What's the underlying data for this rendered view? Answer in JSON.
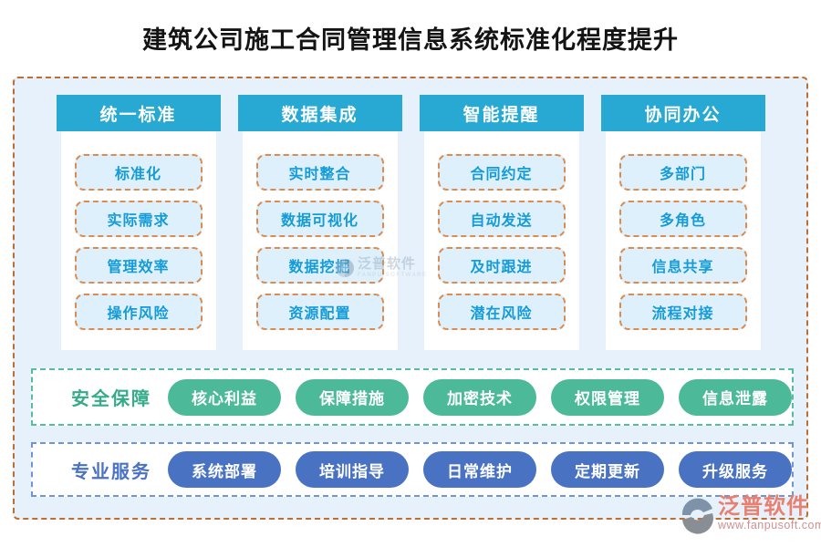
{
  "title": "建筑公司施工合同管理信息系统标准化程度提升",
  "columns": [
    {
      "header": "统一标准",
      "items": [
        "标准化",
        "实际需求",
        "管理效率",
        "操作风险"
      ]
    },
    {
      "header": "数据集成",
      "items": [
        "实时整合",
        "数据可视化",
        "数据挖掘",
        "资源配置"
      ]
    },
    {
      "header": "智能提醒",
      "items": [
        "合同约定",
        "自动发送",
        "及时跟进",
        "潜在风险"
      ]
    },
    {
      "header": "协同办公",
      "items": [
        "多部门",
        "多角色",
        "信息共享",
        "流程对接"
      ]
    }
  ],
  "rows": [
    {
      "label": "安全保障",
      "theme": "green",
      "pills": [
        "核心利益",
        "保障措施",
        "加密技术",
        "权限管理",
        "信息泄露"
      ]
    },
    {
      "label": "专业服务",
      "theme": "blue",
      "pills": [
        "系统部署",
        "培训指导",
        "日常维护",
        "定期更新",
        "升级服务"
      ]
    }
  ],
  "watermark": {
    "name": "泛普软件",
    "sub": "FANPU SOFTWARE"
  },
  "logo": {
    "name": "泛普软件",
    "url": "www.fanpusoft.com"
  },
  "colors": {
    "panel_bg": "#e6f1fc",
    "panel_border_orange": "#bf6e30",
    "header_blue": "#28a9d3",
    "chip_bg": "#def0fc",
    "chip_border_orange": "#dd8b4e",
    "chip_text_blue": "#149bd8",
    "green_accent": "#4cb998",
    "blue_accent": "#4a72c3",
    "logo_red": "#e9806f"
  }
}
